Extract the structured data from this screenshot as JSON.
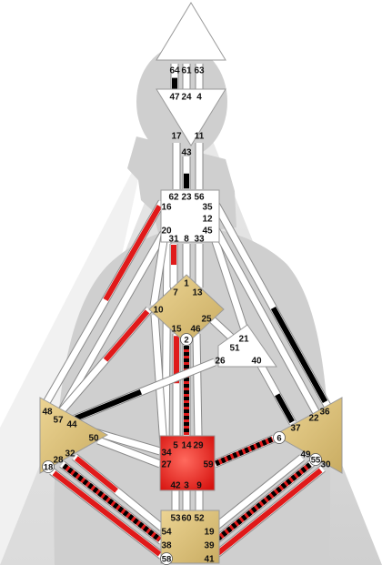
{
  "chart_data": {
    "type": "bodygraph",
    "colors": {
      "defined_center": "#e2c87a",
      "motor_center": "#e0231f",
      "undefined_center": "#ffffff",
      "design_line": "#e01a1a",
      "personality_line": "#000000",
      "channel_base": "#ffffff",
      "silhouette": "#cfcfcf",
      "background_dark": "#d4d4d4",
      "background_light": "#ebebeb"
    },
    "centers": [
      {
        "name": "Head",
        "defined": false
      },
      {
        "name": "Ajna",
        "defined": false
      },
      {
        "name": "Throat",
        "defined": false
      },
      {
        "name": "G",
        "defined": true
      },
      {
        "name": "Ego",
        "defined": false
      },
      {
        "name": "Spleen",
        "defined": true
      },
      {
        "name": "Sacral",
        "defined": true,
        "motor": true
      },
      {
        "name": "Solar Plexus",
        "defined": true
      },
      {
        "name": "Root",
        "defined": true
      }
    ],
    "gates": [
      {
        "id": "64"
      },
      {
        "id": "61"
      },
      {
        "id": "63"
      },
      {
        "id": "47"
      },
      {
        "id": "24"
      },
      {
        "id": "4"
      },
      {
        "id": "17"
      },
      {
        "id": "11"
      },
      {
        "id": "43"
      },
      {
        "id": "62"
      },
      {
        "id": "23"
      },
      {
        "id": "56"
      },
      {
        "id": "16"
      },
      {
        "id": "35"
      },
      {
        "id": "12"
      },
      {
        "id": "45"
      },
      {
        "id": "20"
      },
      {
        "id": "31"
      },
      {
        "id": "8"
      },
      {
        "id": "33"
      },
      {
        "id": "1"
      },
      {
        "id": "7"
      },
      {
        "id": "13"
      },
      {
        "id": "10"
      },
      {
        "id": "25"
      },
      {
        "id": "15"
      },
      {
        "id": "46"
      },
      {
        "id": "2"
      },
      {
        "id": "21"
      },
      {
        "id": "51"
      },
      {
        "id": "26"
      },
      {
        "id": "40"
      },
      {
        "id": "48"
      },
      {
        "id": "57"
      },
      {
        "id": "44"
      },
      {
        "id": "50"
      },
      {
        "id": "32"
      },
      {
        "id": "28"
      },
      {
        "id": "18"
      },
      {
        "id": "5"
      },
      {
        "id": "14"
      },
      {
        "id": "29"
      },
      {
        "id": "34"
      },
      {
        "id": "27"
      },
      {
        "id": "59"
      },
      {
        "id": "42"
      },
      {
        "id": "3"
      },
      {
        "id": "9"
      },
      {
        "id": "36"
      },
      {
        "id": "22"
      },
      {
        "id": "37"
      },
      {
        "id": "6"
      },
      {
        "id": "49"
      },
      {
        "id": "55"
      },
      {
        "id": "30"
      },
      {
        "id": "53"
      },
      {
        "id": "60"
      },
      {
        "id": "52"
      },
      {
        "id": "54"
      },
      {
        "id": "38"
      },
      {
        "id": "58"
      },
      {
        "id": "19"
      },
      {
        "id": "39"
      },
      {
        "id": "41"
      }
    ],
    "channels": [
      {
        "gates": [
          "64",
          "47"
        ],
        "activation": "personality-half"
      },
      {
        "gates": [
          "61",
          "24"
        ],
        "activation": "none"
      },
      {
        "gates": [
          "63",
          "4"
        ],
        "activation": "none"
      },
      {
        "gates": [
          "17",
          "62"
        ],
        "activation": "none"
      },
      {
        "gates": [
          "43",
          "23"
        ],
        "activation": "personality-half"
      },
      {
        "gates": [
          "11",
          "56"
        ],
        "activation": "none"
      },
      {
        "gates": [
          "16",
          "48"
        ],
        "activation": "design-half"
      },
      {
        "gates": [
          "20",
          "57"
        ],
        "activation": "none"
      },
      {
        "gates": [
          "20",
          "34"
        ],
        "activation": "none"
      },
      {
        "gates": [
          "20",
          "10"
        ],
        "activation": "none"
      },
      {
        "gates": [
          "31",
          "7"
        ],
        "activation": "design-half"
      },
      {
        "gates": [
          "8",
          "1"
        ],
        "activation": "none"
      },
      {
        "gates": [
          "33",
          "13"
        ],
        "activation": "none"
      },
      {
        "gates": [
          "45",
          "21"
        ],
        "activation": "none"
      },
      {
        "gates": [
          "35",
          "36"
        ],
        "activation": "personality-half"
      },
      {
        "gates": [
          "12",
          "22"
        ],
        "activation": "none"
      },
      {
        "gates": [
          "10",
          "57"
        ],
        "activation": "design-half"
      },
      {
        "gates": [
          "10",
          "34"
        ],
        "activation": "none"
      },
      {
        "gates": [
          "15",
          "5"
        ],
        "activation": "design-half"
      },
      {
        "gates": [
          "2",
          "14"
        ],
        "activation": "both"
      },
      {
        "gates": [
          "46",
          "29"
        ],
        "activation": "none"
      },
      {
        "gates": [
          "25",
          "51"
        ],
        "activation": "none"
      },
      {
        "gates": [
          "26",
          "44"
        ],
        "activation": "personality-half"
      },
      {
        "gates": [
          "40",
          "37"
        ],
        "activation": "personality-half"
      },
      {
        "gates": [
          "57",
          "34"
        ],
        "activation": "none"
      },
      {
        "gates": [
          "50",
          "27"
        ],
        "activation": "none"
      },
      {
        "gates": [
          "32",
          "54"
        ],
        "activation": "design-half"
      },
      {
        "gates": [
          "28",
          "38"
        ],
        "activation": "both"
      },
      {
        "gates": [
          "18",
          "58"
        ],
        "activation": "design"
      },
      {
        "gates": [
          "59",
          "6"
        ],
        "activation": "both"
      },
      {
        "gates": [
          "42",
          "53"
        ],
        "activation": "none"
      },
      {
        "gates": [
          "3",
          "60"
        ],
        "activation": "none"
      },
      {
        "gates": [
          "9",
          "52"
        ],
        "activation": "none"
      },
      {
        "gates": [
          "49",
          "19"
        ],
        "activation": "none"
      },
      {
        "gates": [
          "55",
          "39"
        ],
        "activation": "both"
      },
      {
        "gates": [
          "30",
          "41"
        ],
        "activation": "design"
      }
    ]
  }
}
